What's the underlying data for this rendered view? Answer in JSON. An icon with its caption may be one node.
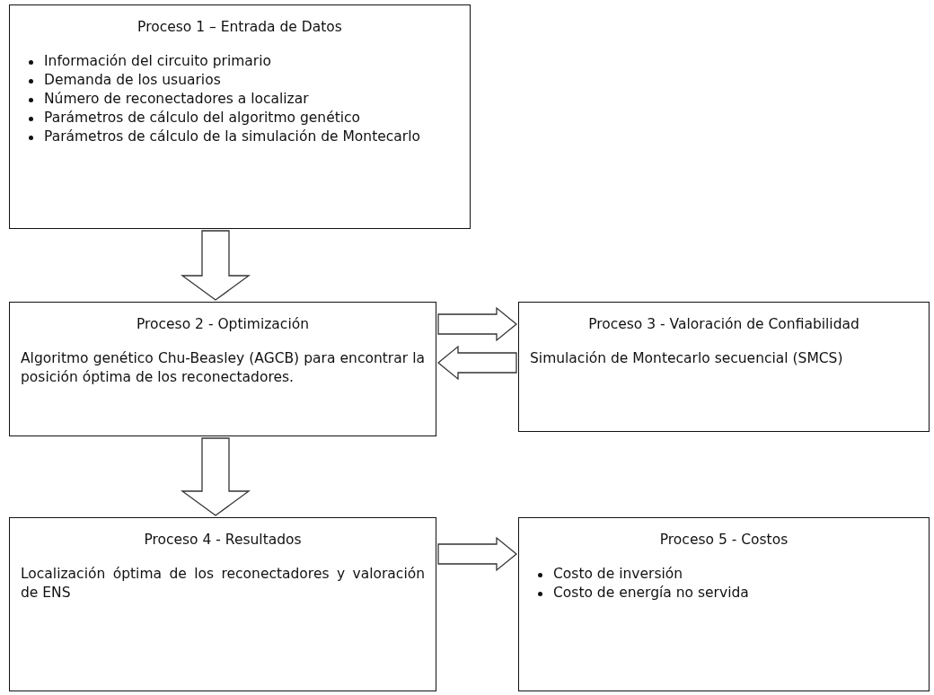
{
  "diagram": {
    "nodes": [
      {
        "text": [
          "Proceso 1 – Entrada de Datos",
          "Información del circuito primario",
          "Demanda de los usuarios",
          "Número de reconectadores a localizar",
          "Parámetros de cálculo del algoritmo genético",
          "Parámetros de cálculo de la simulación de Montecarlo"
        ]
      },
      {
        "text": [
          "Proceso 2 - Optimización",
          "Algoritmo genético Chu-Beasley (AGCB) para encontrar la posición óptima de los reconectadores."
        ]
      },
      {
        "text": [
          "Proceso 3 - Valoración de Confiabilidad",
          "Simulación de Montecarlo secuencial (SMCS)"
        ]
      },
      {
        "text": [
          "Proceso 4 - Resultados",
          "Localización óptima de los reconectadores y valoración de ENS"
        ]
      },
      {
        "text": [
          "Proceso 5 - Costos",
          "Costo de inversión",
          "Costo de energía no servida"
        ]
      }
    ],
    "edges": [
      {
        "from": 0,
        "to": 1,
        "arrow": "to"
      },
      {
        "from": 1,
        "to": 2,
        "arrow": "to"
      },
      {
        "from": 2,
        "to": 1,
        "arrow": "to"
      },
      {
        "from": 1,
        "to": 3,
        "arrow": "to"
      },
      {
        "from": 3,
        "to": 4,
        "arrow": "to"
      }
    ]
  }
}
